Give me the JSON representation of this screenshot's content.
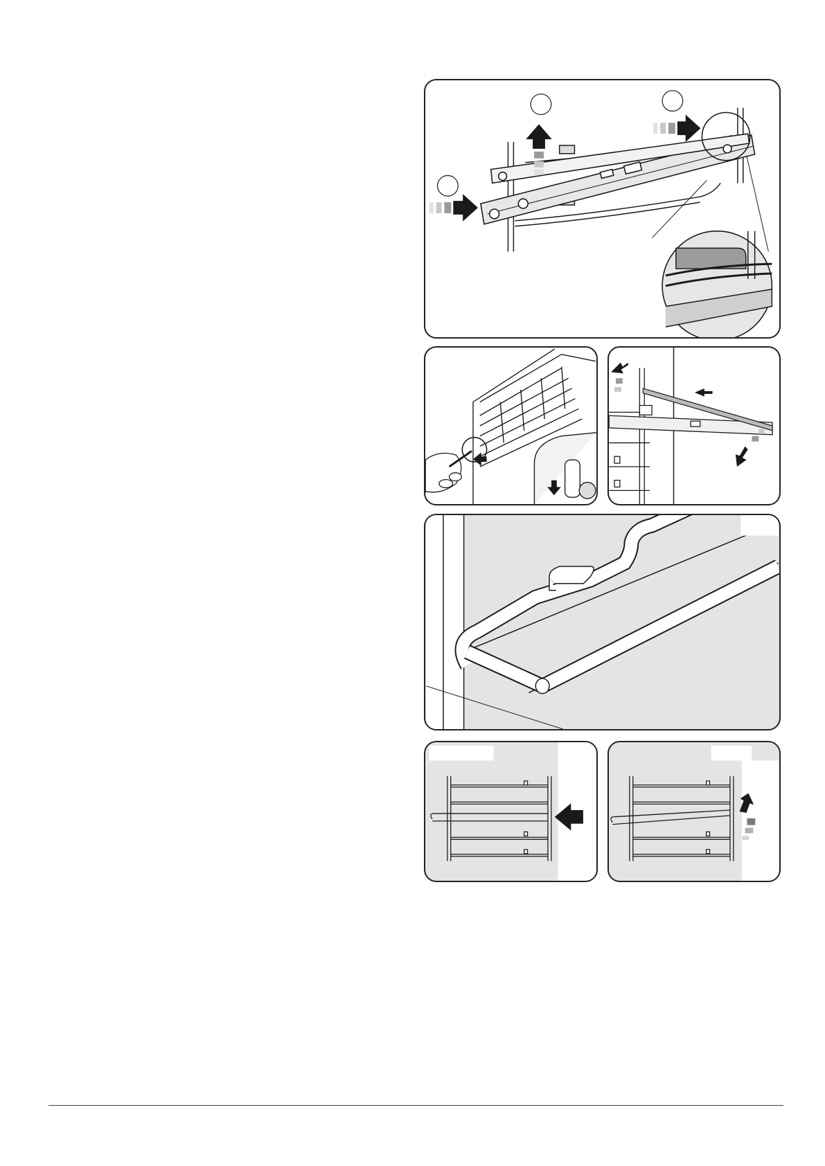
{
  "page": {
    "illustrations": [
      {
        "id": "p1",
        "name": "illustration-rail-removal"
      },
      {
        "id": "p2",
        "name": "illustration-screwdriver-release"
      },
      {
        "id": "p3",
        "name": "illustration-rail-lift-out"
      },
      {
        "id": "p4",
        "name": "illustration-shelf-support-closeup"
      },
      {
        "id": "p5",
        "name": "illustration-insert-runner"
      },
      {
        "id": "p6",
        "name": "illustration-hook-runner"
      }
    ]
  },
  "colors": {
    "line": "#1a1a1a",
    "panel_fill": "#e4e4e4",
    "arrow_dark": "#1a1a1a",
    "arrow_mid": "#8c8c8c",
    "arrow_light": "#c8c8c8"
  }
}
